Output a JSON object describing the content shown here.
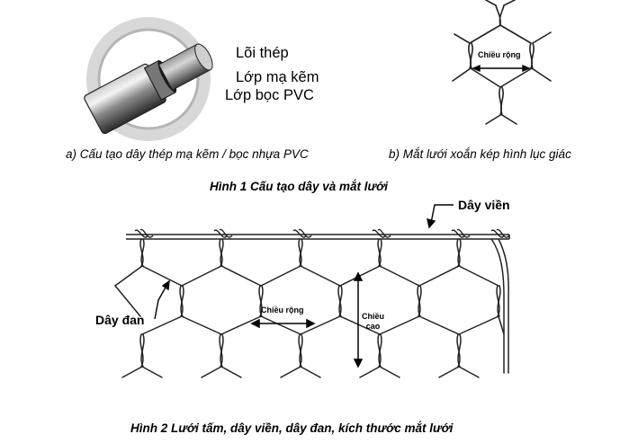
{
  "figure1": {
    "wire_layers": {
      "core": "Lõi thép",
      "zinc": "Lớp mạ kẽm",
      "pvc": "Lớp bọc PVC"
    },
    "mesh_width_label": "Chiều rộng",
    "caption_a": "a)  Cấu tạo dây thép mạ kẽm / bọc nhựa PVC",
    "caption_b": "b)  Mắt lưới xoắn kép hình lục giác",
    "title": "Hình 1      Cấu tạo dây và mắt lưới"
  },
  "figure2": {
    "selvedge_label": "Dây viền",
    "mesh_wire_label": "Dây đan",
    "width_label": "Chiều rộng",
    "height_label_line1": "Chiều",
    "height_label_line2": "cao",
    "title": "Hình 2      Lưới tấm, dây viền, dây đan, kích thước mắt lưới"
  }
}
